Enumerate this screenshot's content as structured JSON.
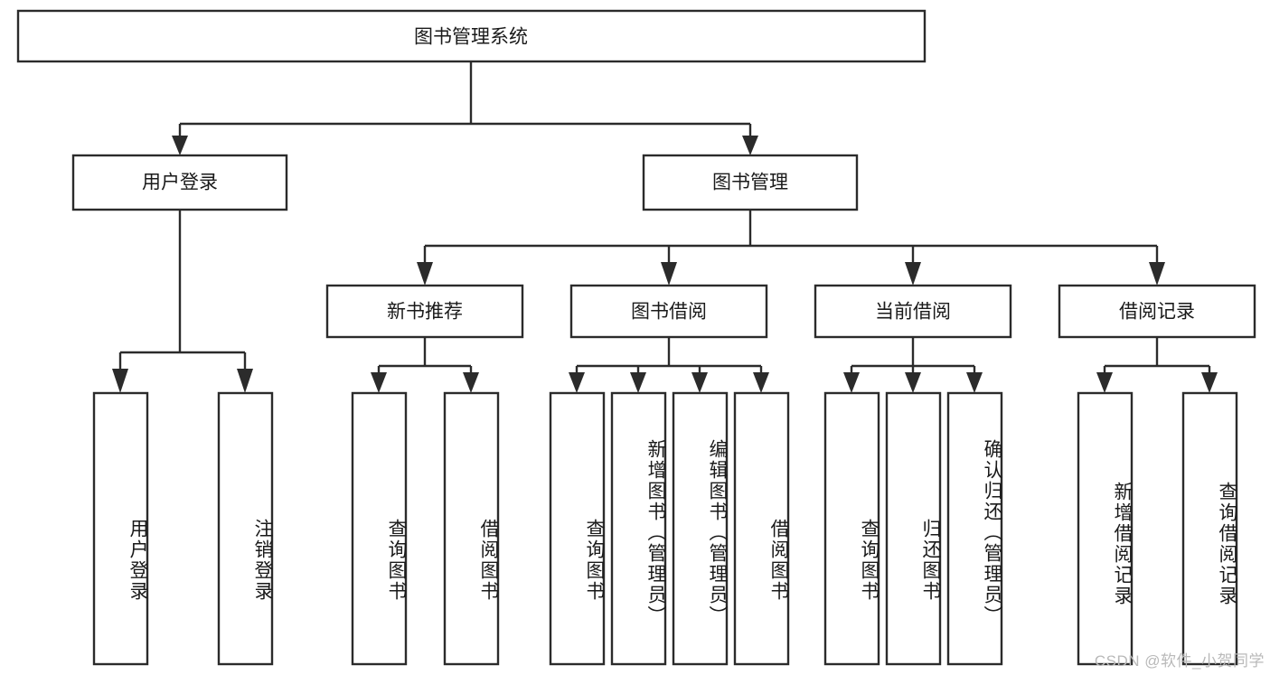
{
  "diagram": {
    "type": "tree-hierarchy-flowchart",
    "title_node": {
      "label": "图书管理系统"
    },
    "level2": [
      {
        "id": "user-login",
        "label": "用户登录"
      },
      {
        "id": "book-management",
        "label": "图书管理"
      }
    ],
    "level3": [
      {
        "id": "new-book-recommend",
        "label": "新书推荐",
        "parent": "book-management"
      },
      {
        "id": "book-borrow",
        "label": "图书借阅",
        "parent": "book-management"
      },
      {
        "id": "current-borrow",
        "label": "当前借阅",
        "parent": "book-management"
      },
      {
        "id": "borrow-record",
        "label": "借阅记录",
        "parent": "book-management"
      }
    ],
    "leaves": {
      "user-login": [
        {
          "id": "leaf-user-login",
          "label": "用户登录"
        },
        {
          "id": "leaf-user-logout",
          "label": "注销登录"
        }
      ],
      "new-book-recommend": [
        {
          "id": "leaf-query-book-1",
          "label": "查询图书"
        },
        {
          "id": "leaf-borrow-book-1",
          "label": "借阅图书"
        }
      ],
      "book-borrow": [
        {
          "id": "leaf-query-book-2",
          "label": "查询图书"
        },
        {
          "id": "leaf-add-book",
          "label": "新增图书（管理员）"
        },
        {
          "id": "leaf-edit-book",
          "label": "编辑图书（管理员）"
        },
        {
          "id": "leaf-borrow-book-2",
          "label": "借阅图书"
        }
      ],
      "current-borrow": [
        {
          "id": "leaf-query-book-3",
          "label": "查询图书"
        },
        {
          "id": "leaf-return-book",
          "label": "归还图书"
        },
        {
          "id": "leaf-confirm-return",
          "label": "确认归还（管理员）"
        }
      ],
      "borrow-record": [
        {
          "id": "leaf-add-record",
          "label": "新增借阅记录"
        },
        {
          "id": "leaf-query-record",
          "label": "查询借阅记录"
        }
      ]
    },
    "colors": {
      "box_stroke": "#2b2b2b",
      "box_fill": "#ffffff",
      "text": "#1a1a1a",
      "background": "#ffffff",
      "watermark": "#b9b9b9"
    }
  },
  "watermark": {
    "text": "CSDN @软件_小贺同学"
  }
}
